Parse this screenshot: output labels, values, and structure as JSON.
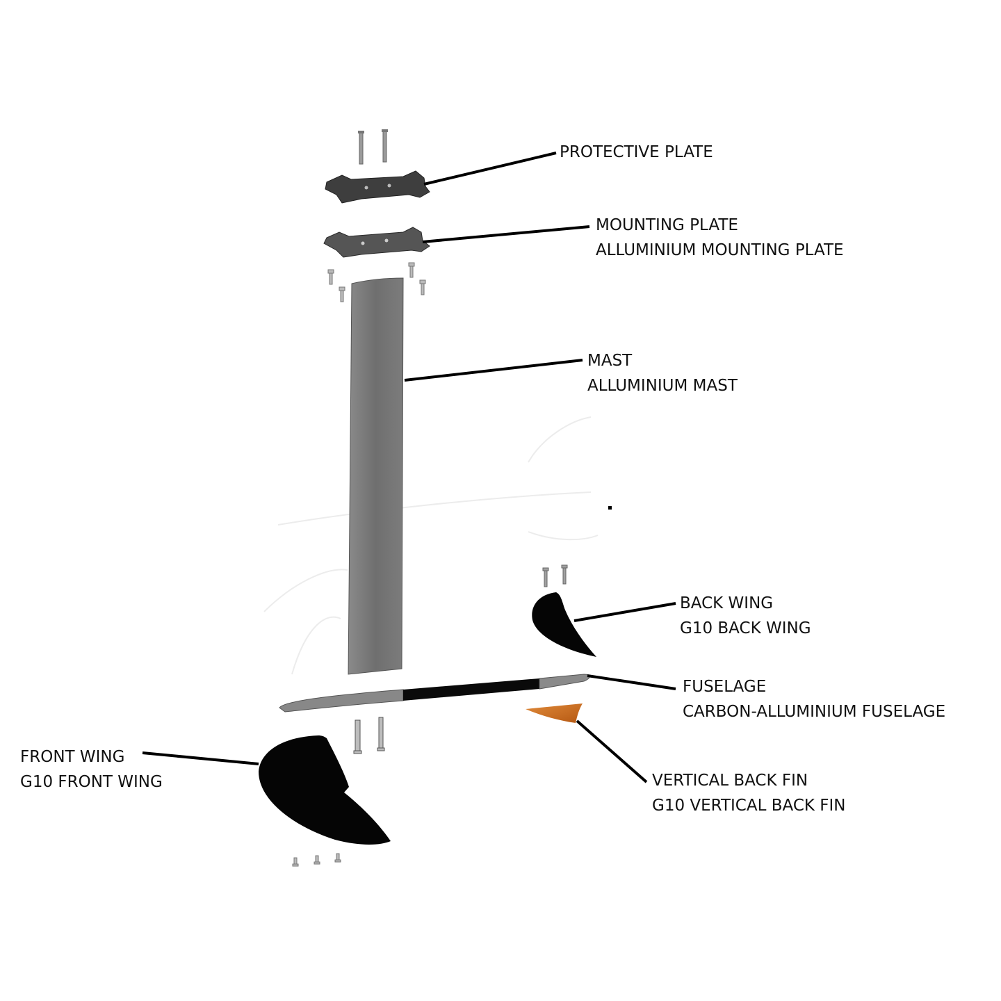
{
  "labels": {
    "protective_plate": {
      "title": "PROTECTIVE PLATE"
    },
    "mounting_plate": {
      "title": "MOUNTING PLATE",
      "detail": "ALLUMINIUM MOUNTING PLATE"
    },
    "mast": {
      "title": "MAST",
      "detail": "ALLUMINIUM MAST"
    },
    "back_wing": {
      "title": "BACK WING",
      "detail": "G10 BACK WING"
    },
    "fuselage": {
      "title": "FUSELAGE",
      "detail": "CARBON-ALLUMINIUM FUSELAGE"
    },
    "front_wing": {
      "title": "FRONT WING",
      "detail": "G10 FRONT WING"
    },
    "vertical_back_fin": {
      "title": "VERTICAL BACK FIN",
      "detail": "G10 VERTICAL BACK FIN"
    }
  },
  "colors": {
    "background": "#ffffff",
    "text": "#111111",
    "leader_line": "#000000",
    "plate": "#3e3e3e",
    "mast": "#777777",
    "wing": "#050505",
    "fuselage_metal": "#888888",
    "fuselage_carbon": "#0a0a0a",
    "vertical_fin": "#c8691e"
  }
}
